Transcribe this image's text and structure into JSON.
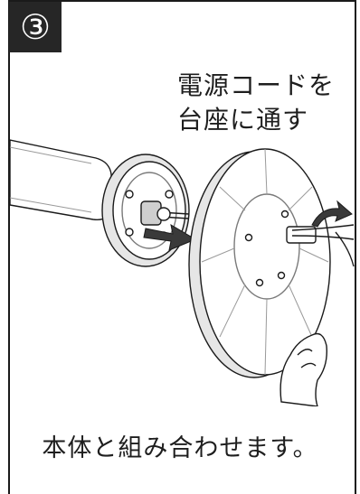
{
  "step": {
    "number": "③"
  },
  "instruction": {
    "line1": "電源コードを",
    "line2": "台座に通す"
  },
  "caption": "本体と組み合わせます。",
  "colors": {
    "line": "#1a1a1a",
    "badge_bg": "#262626",
    "arrow": "#3a3a3a",
    "fill": "#ffffff",
    "shade": "#e6e6e6"
  }
}
